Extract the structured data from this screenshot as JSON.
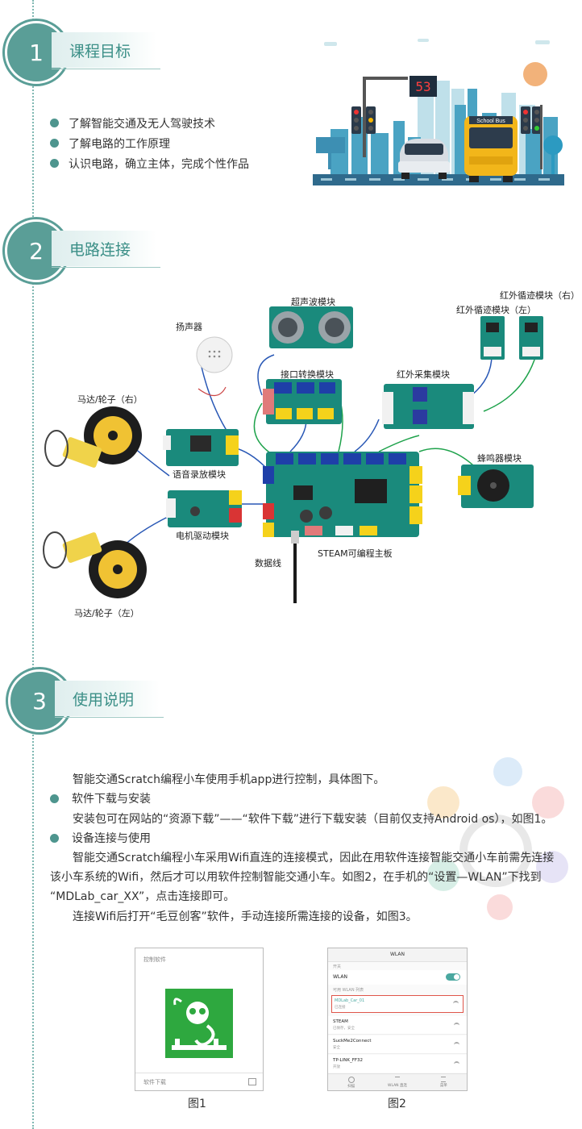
{
  "sections": [
    {
      "num": "1",
      "title": "课程目标"
    },
    {
      "num": "2",
      "title": "电路连接"
    },
    {
      "num": "3",
      "title": "使用说明"
    }
  ],
  "goals": [
    "了解智能交通及无人驾驶技术",
    "了解电路的工作原理",
    "认识电路，确立主体，完成个性作品"
  ],
  "illustration": {
    "sign_number": "53",
    "bus_label": "School Bus"
  },
  "circuit_labels": {
    "ultrasonic": "超声波模块",
    "ir_track_right": "红外循迹模块（右）",
    "ir_track_left": "红外循迹模块（左）",
    "speaker": "扬声器",
    "interface": "接口转换模块",
    "ir_collect": "红外采集模块",
    "motor_right": "马达/轮子（右）",
    "voice": "语音录放模块",
    "buzzer": "蜂鸣器模块",
    "motor_driver": "电机驱动模块",
    "steam_board": "STEAM可编程主板",
    "cable": "数据线",
    "motor_left": "马达/轮子（左）"
  },
  "usage": {
    "intro": "智能交通Scratch编程小车使用手机app进行控制，具体图下。",
    "b1_title": "软件下载与安装",
    "b1_text": "安装包可在网站的“资源下载”——“软件下载”进行下载安装（目前仅支持Android os），如图1。",
    "b2_title": "设备连接与使用",
    "b2_text_1": "智能交通Scratch编程小车采用Wifi直连的连接模式，因此在用软件连接智能交通小车前需先连接",
    "b2_text_2": "该小车系统的Wifi，然后才可以用软件控制智能交通小车。如图2，在手机的“设置—WLAN”下找到",
    "b2_text_3": "“MDLab_car_XX”，点击连接即可。",
    "b2_text_4": "连接Wifi后打开“毛豆创客”软件，手动连接所需连接的设备，如图3。"
  },
  "fig1": {
    "header": "控制软件",
    "footer": "软件下载",
    "caption": "图1"
  },
  "fig2": {
    "title": "WLAN",
    "switch_section": "开关",
    "wlan_label": "WLAN",
    "list_section": "可用 WLAN 列表",
    "networks": [
      {
        "name": "MDLab_Car_01",
        "status": "已连接"
      },
      {
        "name": "STEAM",
        "status": "已保存，安全"
      },
      {
        "name": "SuckMe2Connect",
        "status": "安全"
      },
      {
        "name": "TP-LINK_FF32",
        "status": "开放"
      }
    ],
    "nav": [
      "扫描",
      "WLAN 直连",
      "菜单"
    ],
    "caption": "图2"
  },
  "colors": {
    "accent": "#5a9e97",
    "accent_text": "#3b8f87",
    "wifi_highlight": "#e0564a"
  }
}
